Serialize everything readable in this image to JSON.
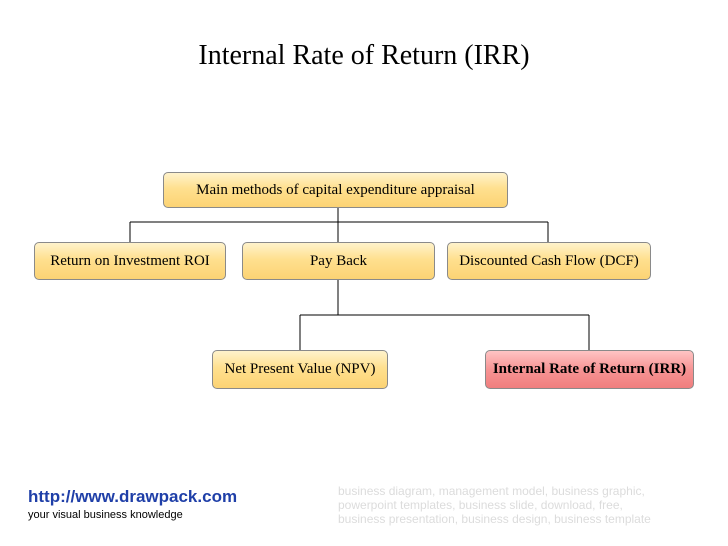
{
  "title": "Internal Rate of Return (IRR)",
  "diagram": {
    "root": "Main methods of capital expenditure appraisal",
    "level1": [
      "Return on Investment ROI",
      "Pay Back",
      "Discounted Cash Flow (DCF)"
    ],
    "level2": [
      "Net Present Value (NPV)",
      "Internal Rate of Return (IRR)"
    ],
    "highlighted": "Internal Rate of Return (IRR)"
  },
  "colors": {
    "node_fill": "#fcd374",
    "highlight_fill": "#f07e7e",
    "link": "#1f3fa8"
  },
  "footer": {
    "url": "http://www.drawpack.com",
    "tagline": "your visual business knowledge",
    "keywords": [
      "business diagram, management model, business graphic,",
      "powerpoint templates, business slide, download, free,",
      "business presentation, business design, business template"
    ]
  }
}
